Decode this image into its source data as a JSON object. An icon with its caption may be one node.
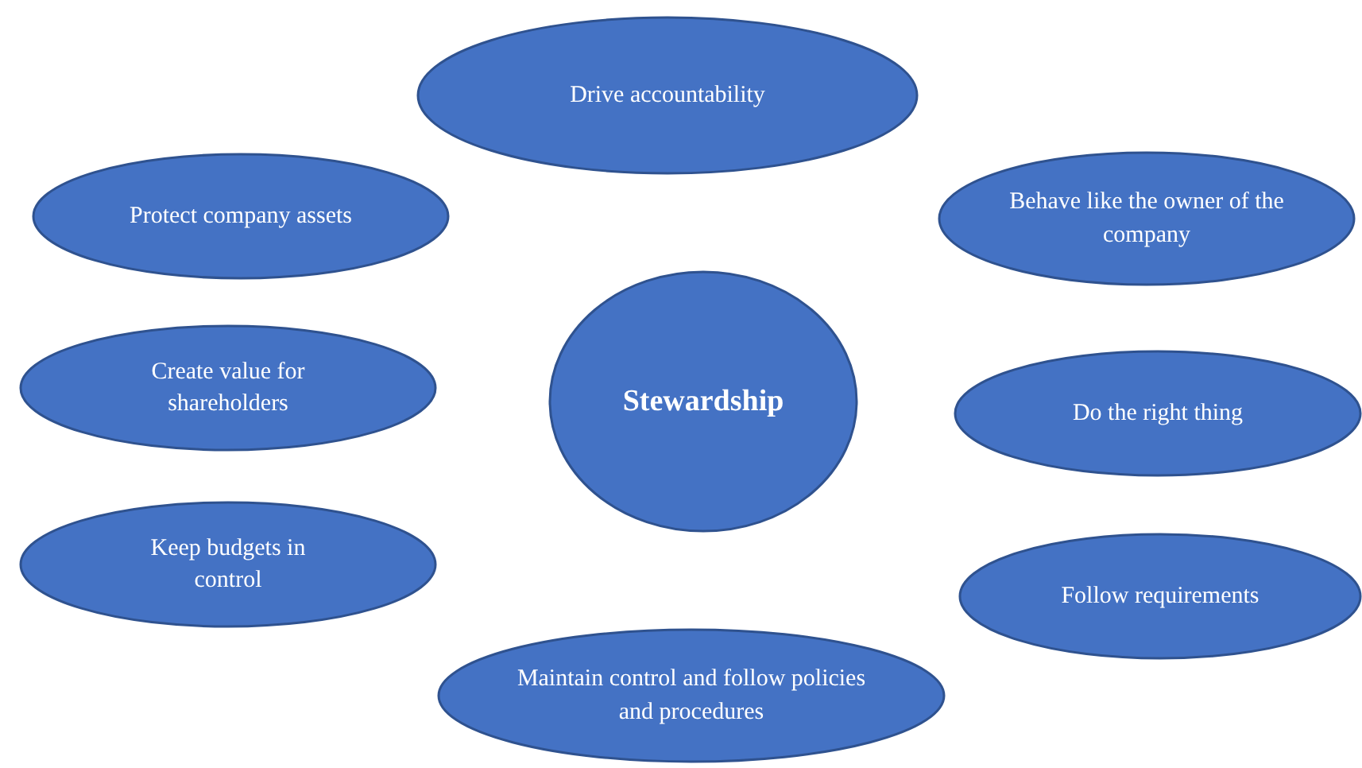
{
  "diagram": {
    "nodes": [
      {
        "text": [
          "Drive accountability"
        ]
      },
      {
        "text": [
          "Protect company assets"
        ]
      },
      {
        "text": [
          "Behave like the owner of the company"
        ]
      },
      {
        "text": [
          "Create value for shareholders"
        ]
      },
      {
        "text": [
          "Stewardship"
        ]
      },
      {
        "text": [
          "Do the right thing"
        ]
      },
      {
        "text": [
          "Keep budgets in control"
        ]
      },
      {
        "text": [
          "Follow requirements"
        ]
      },
      {
        "text": [
          "Maintain control and follow policies and procedures"
        ]
      }
    ]
  }
}
